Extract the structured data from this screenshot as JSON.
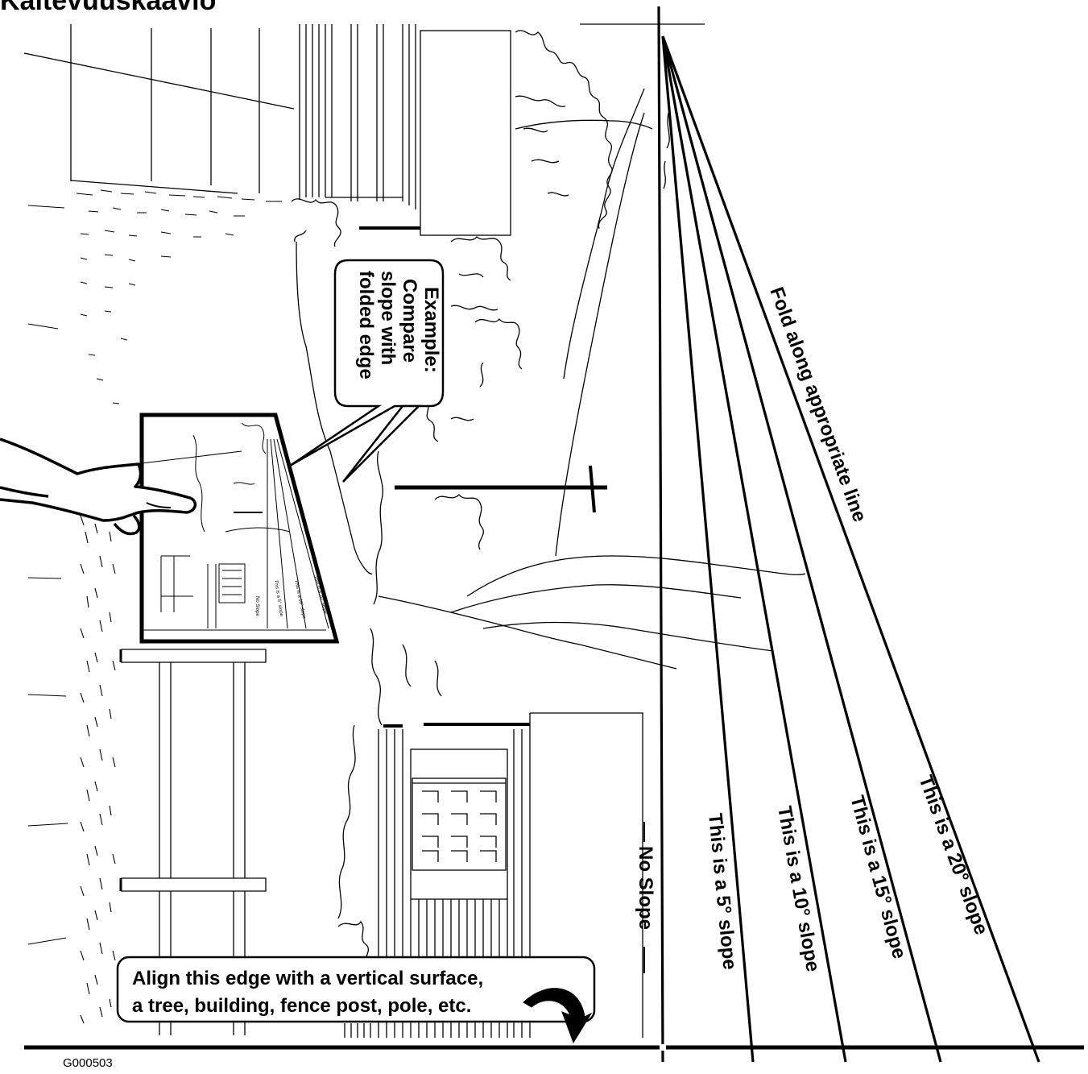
{
  "page_title": "Kaltevuuskaavio",
  "figure_code": "G000503",
  "callouts": {
    "example": [
      "Example:",
      "Compare",
      "slope with",
      "folded edge"
    ],
    "align": [
      "Align this edge with a vertical surface,",
      "a tree, building, fence post, pole, etc."
    ]
  },
  "slope_lines": {
    "fold_instruction": "Fold along appropriate line",
    "no_slope": "No Slope",
    "slope_5": "This is a 5° slope",
    "slope_10": "This is a 10° slope",
    "slope_15": "This is a 15° slope",
    "slope_20": "This is a 20° slope"
  },
  "inset_labels": {
    "no_slope": "No Slope",
    "slope_5": "This is a 5° slope",
    "slope_10": "This is a 10° slope",
    "slope_20": "This is a 20° slope"
  },
  "icons": [
    "hand-icon",
    "curved-arrow-icon"
  ]
}
